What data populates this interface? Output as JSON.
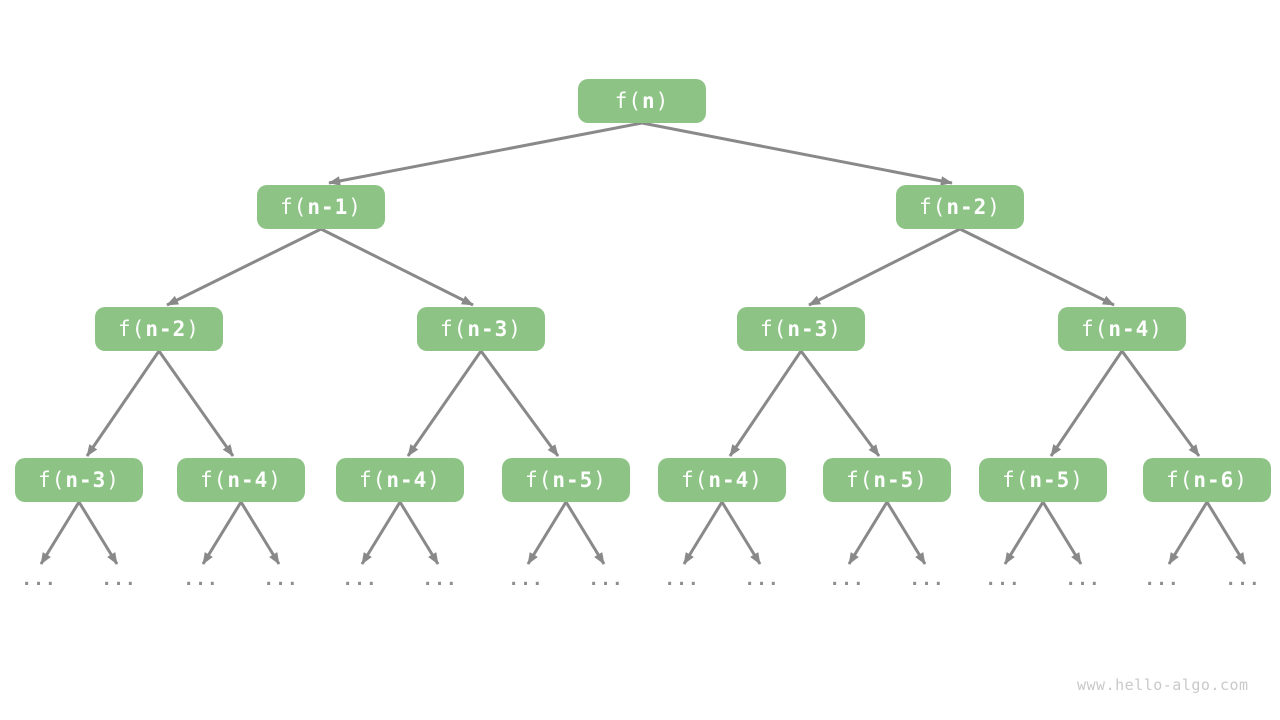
{
  "colors": {
    "background": "#ffffff",
    "node_fill": "#8dc485",
    "node_text": "#ffffff",
    "edge": "#898989",
    "leaf_dots": "#8e8e8e",
    "watermark": "#c9c9c9"
  },
  "tree": {
    "levels": [
      [
        "f(n)"
      ],
      [
        "f(n-1)",
        "f(n-2)"
      ],
      [
        "f(n-2)",
        "f(n-3)",
        "f(n-3)",
        "f(n-4)"
      ],
      [
        "f(n-3)",
        "f(n-4)",
        "f(n-4)",
        "f(n-5)",
        "f(n-4)",
        "f(n-5)",
        "f(n-5)",
        "f(n-6)"
      ]
    ],
    "leaves": [
      "...",
      "...",
      "...",
      "...",
      "...",
      "...",
      "...",
      "...",
      "...",
      "...",
      "...",
      "...",
      "...",
      "...",
      "...",
      "..."
    ]
  },
  "watermark": {
    "text": "www.hello-algo.com"
  }
}
